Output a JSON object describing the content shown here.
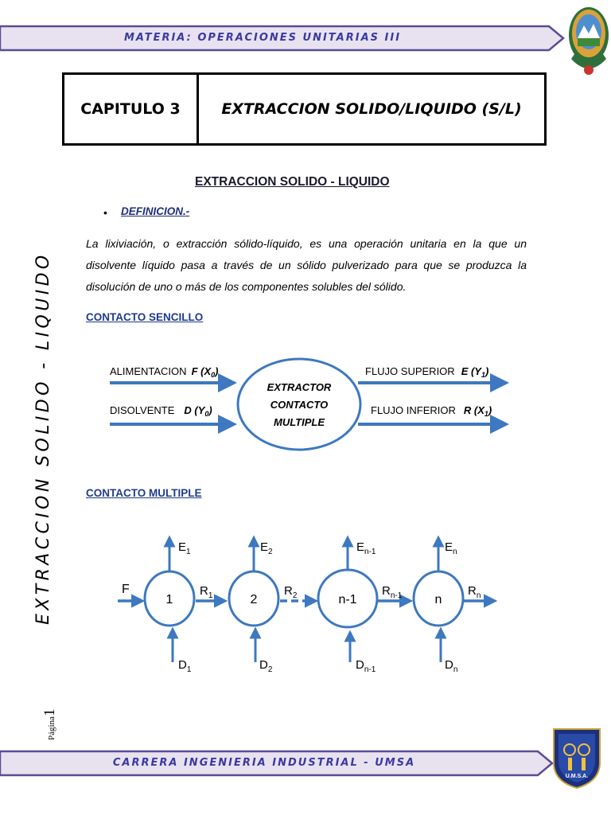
{
  "header": {
    "subject": "MATERIA: OPERACIONES UNITARIAS III"
  },
  "chapter": {
    "number": "CAPITULO 3",
    "title": "EXTRACCION SOLIDO/LIQUIDO (S/L)"
  },
  "side_title": "EXTRACCION SOLIDO - LIQUIDO",
  "section_title": "EXTRACCION SOLIDO - LIQUIDO",
  "definition": {
    "heading": "DEFINICION.-",
    "text": "La lixiviación, o extracción sólido-líquido, es una operación unitaria en la que un disolvente líquido pasa a través de un sólido pulverizado para que se produzca la disolución de uno o más de los componentes solubles del sólido."
  },
  "contacto_sencillo": {
    "heading": "CONTACTO SENCILLO",
    "in1_label": "ALIMENTACION",
    "in1_sym": "F (X",
    "in1_sub": "0",
    "in2_label": "DISOLVENTE",
    "in2_sym": "D (Y",
    "in2_sub": "0",
    "box_line1": "EXTRACTOR",
    "box_line2": "CONTACTO",
    "box_line3": "MULTIPLE",
    "out1_label": "FLUJO SUPERIOR",
    "out1_sym": "E (Y",
    "out1_sub": "1",
    "out2_label": "FLUJO INFERIOR",
    "out2_sym": "R (X",
    "out2_sub": "1",
    "paren": ")"
  },
  "contacto_multiple": {
    "heading": "CONTACTO MULTIPLE",
    "feed": "F",
    "stages": [
      "1",
      "2",
      "n-1",
      "n"
    ],
    "E_base": "E",
    "E_subs": [
      "1",
      "2",
      "n-1",
      "n"
    ],
    "D_base": "D",
    "D_subs": [
      "1",
      "2",
      "n-1",
      "n"
    ],
    "R_base": "R",
    "R_subs": [
      "1",
      "2",
      "n-1",
      "n"
    ]
  },
  "footer": {
    "career": "CARRERA INGENIERIA INDUSTRIAL - UMSA",
    "logo_text": "U.M.S.A."
  },
  "page": {
    "word": "Página",
    "number": "1"
  },
  "colors": {
    "banner_fill": "#e8e2f0",
    "banner_stroke": "#5a4c92",
    "diagram_blue": "#3d78c0",
    "heading_blue": "#1f3b8a"
  }
}
